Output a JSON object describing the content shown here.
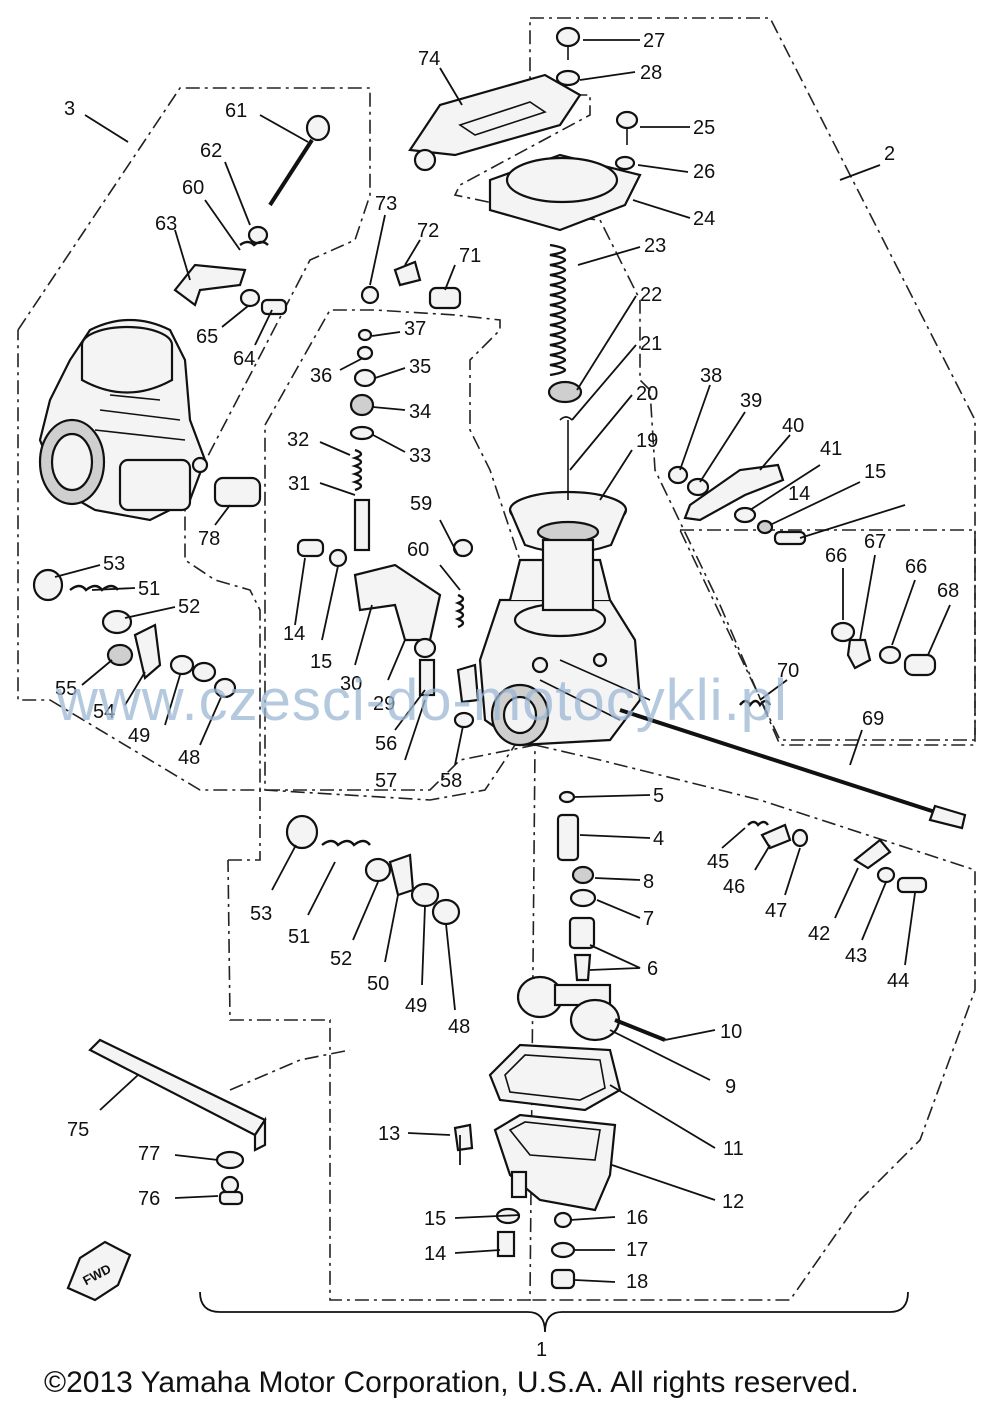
{
  "diagram": {
    "callouts": [
      "1",
      "2",
      "3",
      "4",
      "5",
      "6",
      "7",
      "8",
      "9",
      "10",
      "11",
      "12",
      "13",
      "14",
      "14",
      "14",
      "15",
      "15",
      "15",
      "16",
      "17",
      "18",
      "19",
      "20",
      "21",
      "22",
      "23",
      "24",
      "25",
      "26",
      "27",
      "28",
      "29",
      "30",
      "31",
      "32",
      "33",
      "34",
      "35",
      "36",
      "37",
      "38",
      "39",
      "40",
      "41",
      "42",
      "43",
      "44",
      "45",
      "46",
      "47",
      "48",
      "48",
      "49",
      "49",
      "50",
      "51",
      "51",
      "52",
      "52",
      "53",
      "53",
      "54",
      "55",
      "56",
      "57",
      "58",
      "59",
      "60",
      "60",
      "61",
      "62",
      "63",
      "64",
      "65",
      "66",
      "66",
      "67",
      "68",
      "69",
      "70",
      "71",
      "72",
      "73",
      "74",
      "75",
      "76",
      "77",
      "78"
    ],
    "fwd_marker": "FWD"
  },
  "watermark": "www.czesci-do-motocykli.pl",
  "copyright": "©2013 Yamaha Motor Corporation, U.S.A. All rights reserved."
}
